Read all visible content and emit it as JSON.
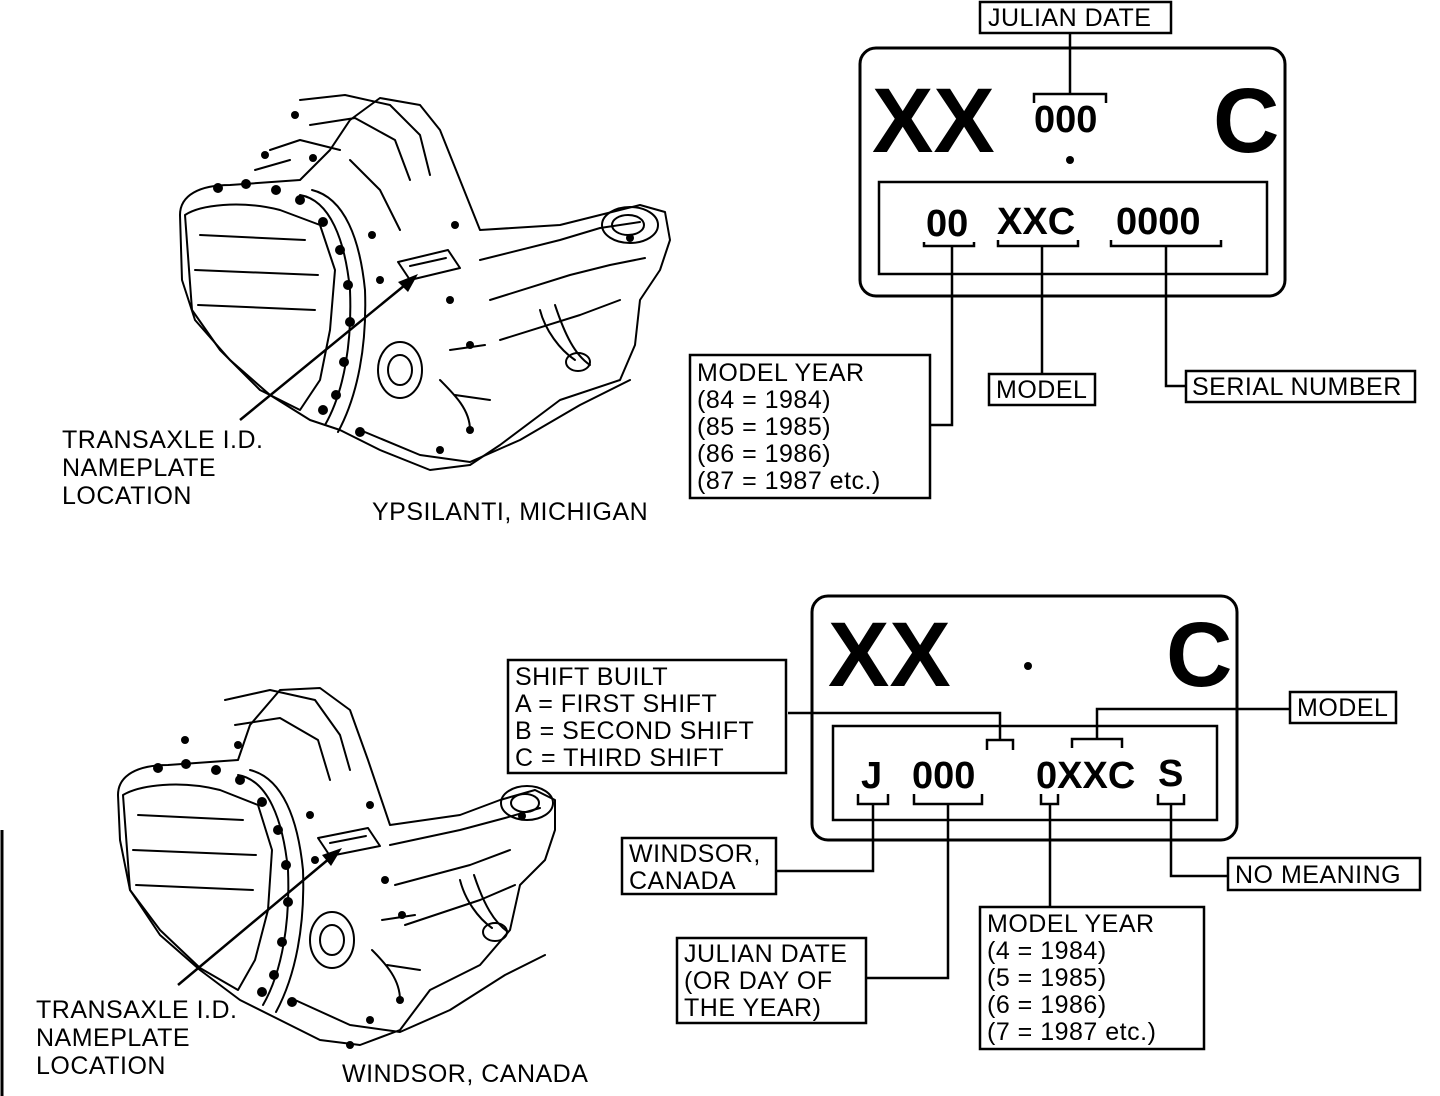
{
  "top": {
    "plate": {
      "prefix": "XX",
      "date_code": "000",
      "suffix": "C",
      "year_code": "00",
      "model_code": "XXC",
      "serial_code": "0000"
    },
    "labels": {
      "julian_date": "JULIAN DATE",
      "model": "MODEL",
      "serial_number": "SERIAL NUMBER",
      "model_year_title": "MODEL YEAR",
      "model_year_lines": [
        "(84  =  1984)",
        "(85  =  1985)",
        "(86  =  1986)",
        "(87  =  1987 etc.)"
      ],
      "location_lines": [
        "TRANSAXLE I.D.",
        "NAMEPLATE",
        "LOCATION"
      ],
      "plant": "YPSILANTI, MICHIGAN"
    }
  },
  "bottom": {
    "plate": {
      "prefix": "XX",
      "suffix": "C",
      "plant_code": "J",
      "date_code": "000",
      "model_code": "0XXC",
      "extra_code": "S"
    },
    "labels": {
      "shift_title": "SHIFT BUILT",
      "shift_lines": [
        "A  =  FIRST SHIFT",
        "B  =  SECOND SHIFT",
        "C  =  THIRD SHIFT"
      ],
      "model": "MODEL",
      "windsor_lines": [
        "WINDSOR,",
        "CANADA"
      ],
      "no_meaning": "NO MEANING",
      "julian_lines": [
        "JULIAN DATE",
        "(OR DAY OF",
        "THE YEAR)"
      ],
      "model_year_title": "MODEL YEAR",
      "model_year_lines": [
        "(4  =  1984)",
        "(5  =  1985)",
        "(6  =  1986)",
        "(7  =  1987 etc.)"
      ],
      "location_lines": [
        "TRANSAXLE I.D.",
        "NAMEPLATE",
        "LOCATION"
      ],
      "plant": "WINDSOR, CANADA"
    }
  }
}
